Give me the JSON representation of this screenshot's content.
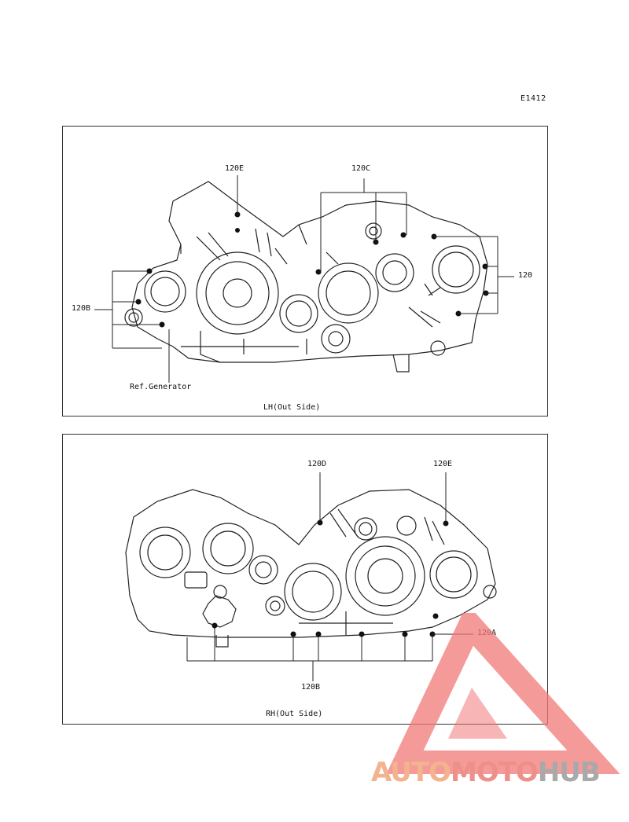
{
  "figure_code": "E1412",
  "lh_panel": {
    "caption": "LH(Out Side)",
    "labels": {
      "c120E": "120E",
      "c120C": "120C",
      "c120": "120",
      "c120B": "120B",
      "ref_generator": "Ref.Generator"
    }
  },
  "rh_panel": {
    "caption": "RH(Out Side)",
    "labels": {
      "c120D": "120D",
      "c120E": "120E",
      "c120A": "120A",
      "c120B": "120B"
    }
  },
  "watermark": {
    "part1": "AUTO",
    "part2": "MOTO",
    "part3": "HUB",
    "colors": {
      "auto": "#f2b38e",
      "moto": "#ef8f8a",
      "hub": "#a9a9a9",
      "triangle": "#f07a78"
    }
  }
}
